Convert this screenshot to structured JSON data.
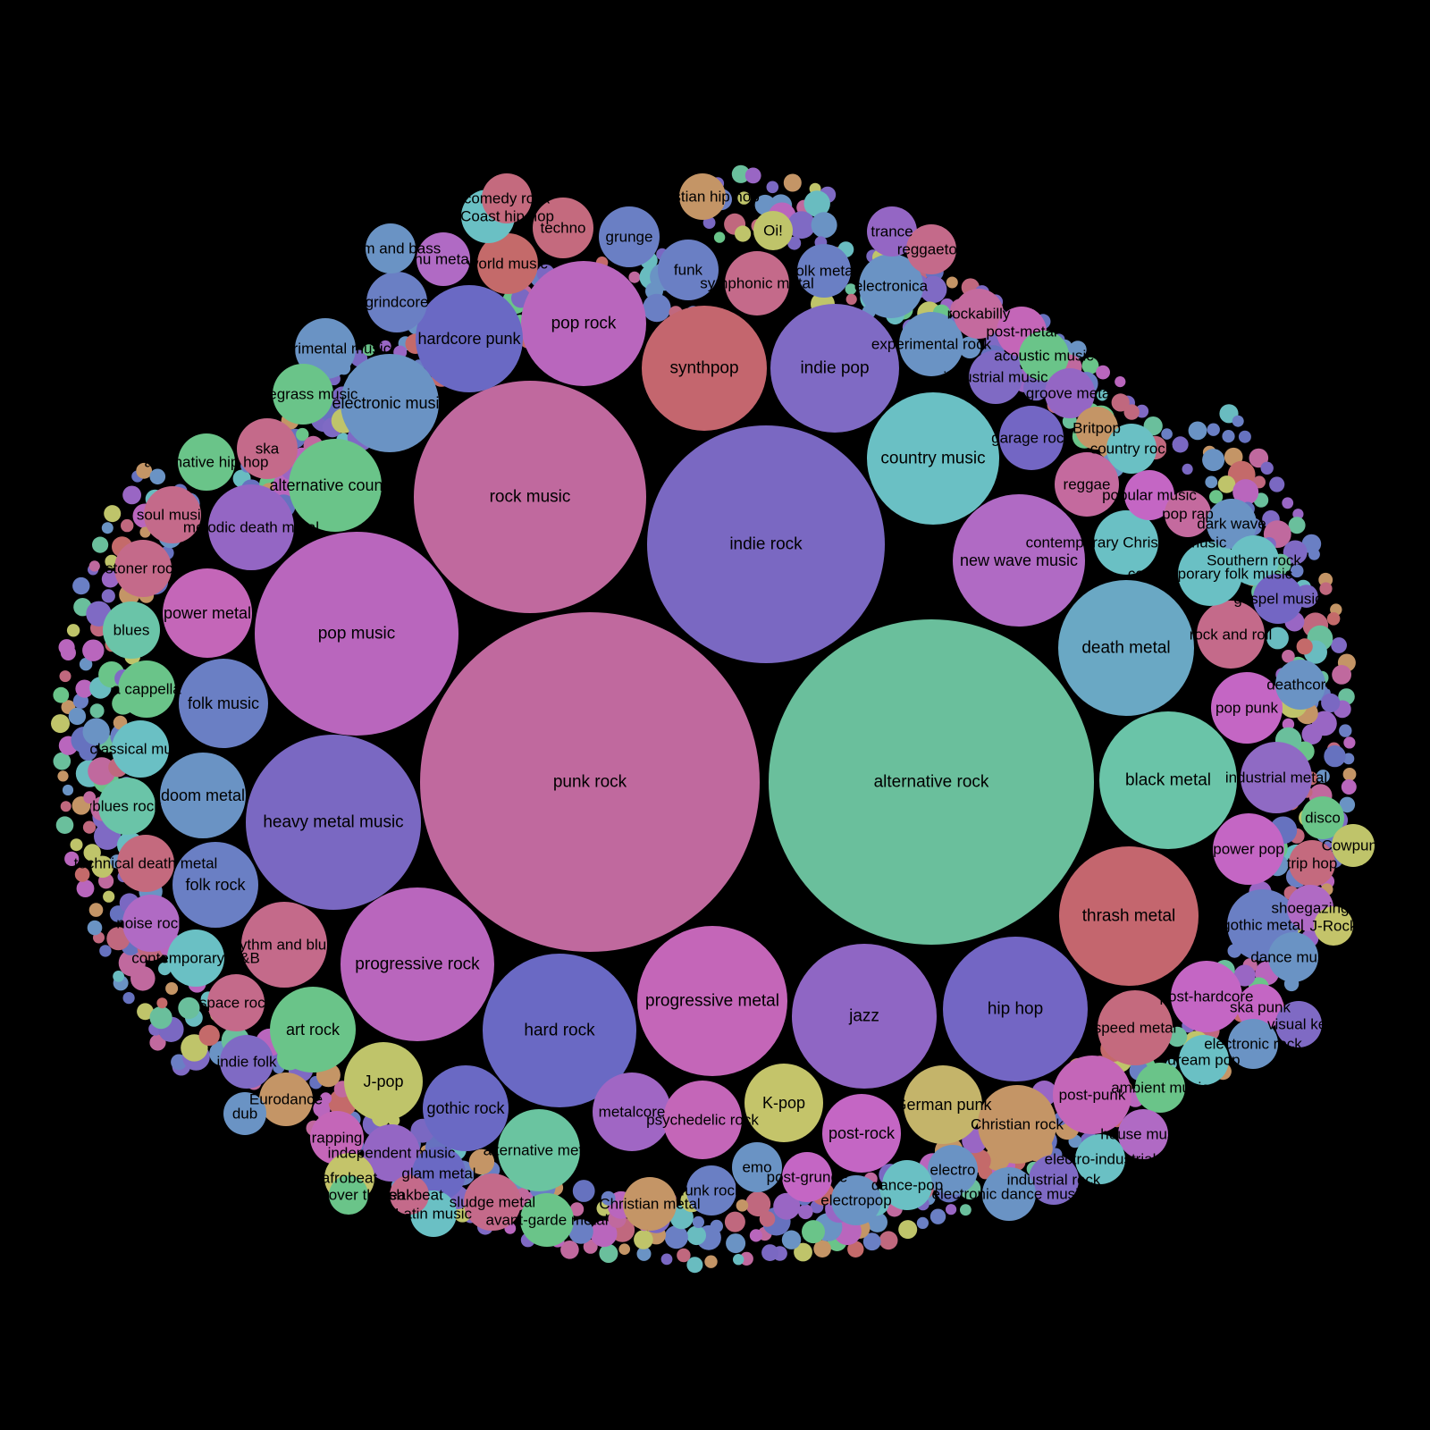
{
  "diagram": {
    "type": "packed-bubble",
    "background": "#000000",
    "label_color": "#000000",
    "palette": {
      "pink": "#c0699e",
      "teal": "#6abf9c",
      "violet": "#7a68c2",
      "magenta": "#b966bd",
      "slate": "#6672bf",
      "aqua": "#69bcc0",
      "rose": "#c0687e",
      "steel": "#6a93c4",
      "green": "#6ac489",
      "purple": "#9966c4",
      "yellow": "#bfc46a",
      "tan": "#c49566",
      "red": "#c46a6a",
      "blue": "#6a7fc4",
      "indigo": "#7f6ac4"
    },
    "bubbles": [
      {
        "label": "punk rock",
        "color": "#c0699e"
      },
      {
        "label": "alternative rock",
        "color": "#6abf9c"
      },
      {
        "label": "indie rock",
        "color": "#7a68c2"
      },
      {
        "label": "rock music",
        "color": "#c0699e"
      },
      {
        "label": "pop music",
        "color": "#b966bd"
      },
      {
        "label": "heavy metal music",
        "color": "#7a68c2"
      },
      {
        "label": "progressive rock",
        "color": "#b966bd"
      },
      {
        "label": "progressive metal",
        "color": "#c466b8"
      },
      {
        "label": "hard rock",
        "color": "#6a69c4"
      },
      {
        "label": "jazz",
        "color": "#8f66c4"
      },
      {
        "label": "hip hop",
        "color": "#7366c4"
      },
      {
        "label": "thrash metal",
        "color": "#c4666e"
      },
      {
        "label": "black metal",
        "color": "#6ac4a8"
      },
      {
        "label": "death metal",
        "color": "#6aa8c4"
      },
      {
        "label": "country music",
        "color": "#6ac0c4"
      },
      {
        "label": "new wave music",
        "color": "#b06ac4"
      },
      {
        "label": "indie pop",
        "color": "#7f6ac4"
      },
      {
        "label": "synthpop",
        "color": "#c4666e"
      },
      {
        "label": "pop rock",
        "color": "#b966bd"
      },
      {
        "label": "hardcore punk",
        "color": "#6a69c4"
      },
      {
        "label": "electronic music",
        "color": "#6a93c4"
      },
      {
        "label": "alternative country",
        "color": "#6ac489"
      },
      {
        "label": "melodic death metal",
        "color": "#9466c4"
      },
      {
        "label": "power metal",
        "color": "#c466b8"
      },
      {
        "label": "folk music",
        "color": "#6a7fc4"
      },
      {
        "label": "doom metal",
        "color": "#6a93c4"
      },
      {
        "label": "folk rock",
        "color": "#6a7fc4"
      },
      {
        "label": "rhythm and blues",
        "color": "#c46a8a"
      },
      {
        "label": "art rock",
        "color": "#6ac489"
      },
      {
        "label": "J-pop",
        "color": "#bfc46a"
      },
      {
        "label": "gothic rock",
        "color": "#6a69c4"
      },
      {
        "label": "alternative metal",
        "color": "#6ac4a0"
      },
      {
        "label": "metalcore",
        "color": "#a066c4"
      },
      {
        "label": "psychedelic rock",
        "color": "#c466b8"
      },
      {
        "label": "K-pop",
        "color": "#c4c46a"
      },
      {
        "label": "post-rock",
        "color": "#c466c4"
      },
      {
        "label": "German punk",
        "color": "#c4b46a"
      },
      {
        "label": "Christian rock",
        "color": "#c49566"
      },
      {
        "label": "post-punk",
        "color": "#c466b8"
      },
      {
        "label": "speed metal",
        "color": "#c46a7e"
      },
      {
        "label": "post-hardcore",
        "color": "#c466c4"
      },
      {
        "label": "gothic metal",
        "color": "#6a7fc4"
      },
      {
        "label": "power pop",
        "color": "#c466c4"
      },
      {
        "label": "industrial metal",
        "color": "#8f6ac4"
      },
      {
        "label": "pop punk",
        "color": "#c466c4"
      },
      {
        "label": "rock and roll",
        "color": "#c46a8a"
      },
      {
        "label": "contemporary folk music",
        "color": "#6ac0c4"
      },
      {
        "label": "contemporary Christian music",
        "color": "#6ac0c4"
      },
      {
        "label": "reggae",
        "color": "#c46a9e"
      },
      {
        "label": "garage rock",
        "color": "#7366c4"
      },
      {
        "label": "experimental rock",
        "color": "#6a93c4"
      },
      {
        "label": "electronica",
        "color": "#6a93c4"
      },
      {
        "label": "symphonic metal",
        "color": "#c46a8a"
      },
      {
        "label": "funk",
        "color": "#6a7fc4"
      },
      {
        "label": "grunge",
        "color": "#6a7fc4"
      },
      {
        "label": "techno",
        "color": "#c46a7e"
      },
      {
        "label": "world music",
        "color": "#c46a6a"
      },
      {
        "label": "grindcore",
        "color": "#6a7fc4"
      },
      {
        "label": "experimental music",
        "color": "#6a93c4"
      },
      {
        "label": "bluegrass music",
        "color": "#6ac489"
      },
      {
        "label": "ska",
        "color": "#c46a8a"
      },
      {
        "label": "alternative hip hop",
        "color": "#6ac489"
      },
      {
        "label": "soul music",
        "color": "#c46a8a"
      },
      {
        "label": "stoner rock",
        "color": "#c46a8a"
      },
      {
        "label": "blues",
        "color": "#6ac4a8"
      },
      {
        "label": "a cappella",
        "color": "#6ac489"
      },
      {
        "label": "classical music",
        "color": "#6ac0c4"
      },
      {
        "label": "blues rock",
        "color": "#6ac4a8"
      },
      {
        "label": "technical death metal",
        "color": "#c46a7e"
      },
      {
        "label": "noise rock",
        "color": "#b06ac4"
      },
      {
        "label": "contemporary R&B",
        "color": "#6ac0c4"
      },
      {
        "label": "space rock",
        "color": "#c46a8a"
      },
      {
        "label": "indie folk",
        "color": "#7f6ac4"
      },
      {
        "label": "Eurodance",
        "color": "#c49566"
      },
      {
        "label": "dub",
        "color": "#6a93c4"
      },
      {
        "label": "rapping",
        "color": "#c466b8"
      },
      {
        "label": "independent music",
        "color": "#9466c4"
      },
      {
        "label": "glam metal",
        "color": "#6a69c4"
      },
      {
        "label": "afrobeat",
        "color": "#c4c46a"
      },
      {
        "label": "sludge metal",
        "color": "#c46a8a"
      },
      {
        "label": "Latin music",
        "color": "#6ac0c4"
      },
      {
        "label": "avant-garde metal",
        "color": "#6ac489"
      },
      {
        "label": "Christian metal",
        "color": "#c49566"
      },
      {
        "label": "drum and bass",
        "color": "#6a93c4"
      },
      {
        "label": "nu metal",
        "color": "#b06ac4"
      },
      {
        "label": "West Coast hip hop",
        "color": "#6ac0c4"
      },
      {
        "label": "comedy rock",
        "color": "#c46a7e"
      },
      {
        "label": "Christian hip hop",
        "color": "#c49566"
      },
      {
        "label": "Oi!",
        "color": "#bfc46a"
      },
      {
        "label": "trance",
        "color": "#9466c4"
      },
      {
        "label": "reggaeton",
        "color": "#c46a8a"
      },
      {
        "label": "folk metal",
        "color": "#6a7fc4"
      },
      {
        "label": "rockabilly",
        "color": "#c46a9e"
      },
      {
        "label": "post-metal",
        "color": "#c466b8"
      },
      {
        "label": "acoustic music",
        "color": "#6ac489"
      },
      {
        "label": "industrial music",
        "color": "#7f6ac4"
      },
      {
        "label": "groove metal",
        "color": "#9466c4"
      },
      {
        "label": "Britpop",
        "color": "#c49566"
      },
      {
        "label": "country rock",
        "color": "#6ac0c4"
      },
      {
        "label": "popular music",
        "color": "#c466c4"
      },
      {
        "label": "pop rap",
        "color": "#c46a9e"
      },
      {
        "label": "dark wave",
        "color": "#6a93c4"
      },
      {
        "label": "Southern rock",
        "color": "#6ac0c4"
      },
      {
        "label": "gospel music",
        "color": "#7366c4"
      },
      {
        "label": "deathcore",
        "color": "#6a93c4"
      },
      {
        "label": "disco",
        "color": "#6ac489"
      },
      {
        "label": "Cowpunk",
        "color": "#bfc46a"
      },
      {
        "label": "trip hop",
        "color": "#c46a7e"
      },
      {
        "label": "shoegazing",
        "color": "#b06ac4"
      },
      {
        "label": "J-Rock",
        "color": "#c4c46a"
      },
      {
        "label": "dance music",
        "color": "#6a93c4"
      },
      {
        "label": "ska punk",
        "color": "#c466c4"
      },
      {
        "label": "visual kei",
        "color": "#7f6ac4"
      },
      {
        "label": "electronic rock",
        "color": "#6a93c4"
      },
      {
        "label": "dream pop",
        "color": "#6ac0c4"
      },
      {
        "label": "ambient music",
        "color": "#6ac489"
      },
      {
        "label": "house music",
        "color": "#b06ac4"
      },
      {
        "label": "electro-industrial",
        "color": "#6ac0c4"
      },
      {
        "label": "industrial rock",
        "color": "#7f6ac4"
      },
      {
        "label": "electronic dance music",
        "color": "#6a93c4"
      },
      {
        "label": "electro",
        "color": "#6a93c4"
      },
      {
        "label": "dance-pop",
        "color": "#6ac0c4"
      },
      {
        "label": "electropop",
        "color": "#6a93c4"
      },
      {
        "label": "post-grunge",
        "color": "#c466c4"
      },
      {
        "label": "emo",
        "color": "#6a93c4"
      },
      {
        "label": "funk rock",
        "color": "#6a7fc4"
      },
      {
        "label": "crossover thrash",
        "color": "#6ac489"
      },
      {
        "label": "breakbeat",
        "color": "#c46a8a"
      },
      {
        "label": "thrash",
        "color": "#6ac0c4"
      }
    ]
  }
}
